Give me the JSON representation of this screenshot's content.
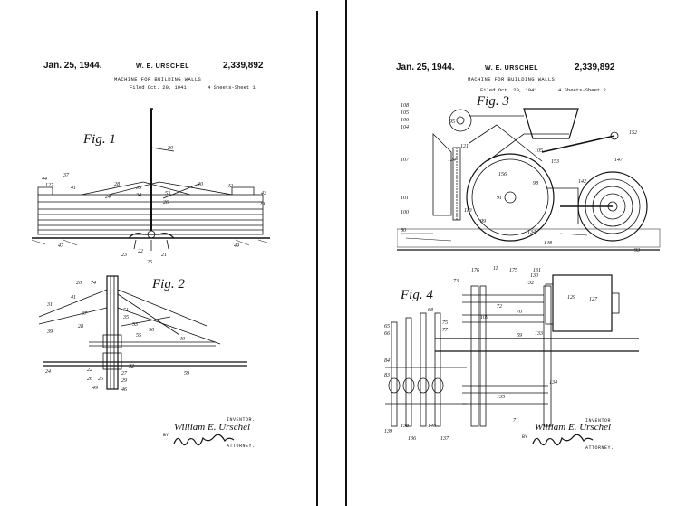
{
  "sheets": [
    {
      "date": "Jan. 25, 1944.",
      "inventor_short": "W. E. URSCHEL",
      "patent_number": "2,339,892",
      "title": "MACHINE FOR BUILDING WALLS",
      "filed": "Filed Oct. 20, 1941",
      "sheet_info": "4 Sheets-Sheet 1",
      "figures": [
        "Fig. 1",
        "Fig. 2"
      ],
      "inventor_label": "INVENTOR.",
      "by_label": "BY",
      "inventor_signature": "William E. Urschel",
      "attorney_label": "ATTORNEY.",
      "fig1_refs": [
        "44",
        "127",
        "41",
        "37",
        "24",
        "28",
        "35",
        "34",
        "53",
        "26",
        "42",
        "40",
        "43",
        "20",
        "29",
        "47",
        "23",
        "22",
        "21",
        "25",
        "49"
      ],
      "fig2_refs": [
        "20",
        "74",
        "41",
        "31",
        "37",
        "51",
        "35",
        "39",
        "28",
        "53",
        "55",
        "40",
        "56",
        "59",
        "24",
        "22",
        "27",
        "32",
        "29",
        "26",
        "49",
        "25",
        "46"
      ]
    },
    {
      "date": "Jan. 25, 1944.",
      "inventor_short": "W. E. URSCHEL",
      "patent_number": "2,339,892",
      "title": "MACHINE FOR BUILDING WALLS",
      "filed": "Filed Oct. 20, 1941",
      "sheet_info": "4 Sheets-Sheet 2",
      "figures": [
        "Fig. 3",
        "Fig. 4"
      ],
      "inventor_label": "INVENTOR",
      "by_label": "BY",
      "inventor_signature": "William E. Urschel",
      "attorney_label": "ATTORNEY.",
      "fig3_refs": [
        "108",
        "105",
        "106",
        "95",
        "104",
        "107",
        "121",
        "124",
        "101",
        "100",
        "110",
        "91",
        "98",
        "99",
        "80",
        "105",
        "153",
        "134",
        "152",
        "147",
        "148",
        "142",
        "93",
        "176",
        "175",
        "11",
        "156"
      ],
      "fig4_refs": [
        "73",
        "131",
        "130",
        "132",
        "129",
        "127",
        "65",
        "66",
        "68",
        "75",
        "77",
        "70",
        "69",
        "72",
        "109",
        "133",
        "84",
        "83",
        "135",
        "134",
        "71",
        "138",
        "139",
        "140",
        "137",
        "136"
      ]
    }
  ]
}
